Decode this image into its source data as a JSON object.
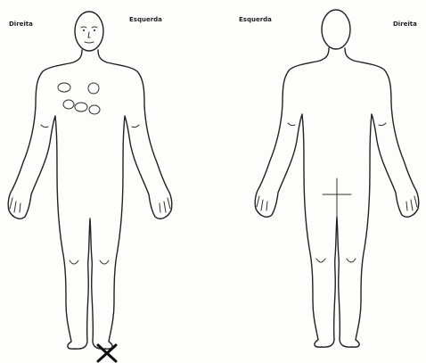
{
  "front_view": {
    "left_label": "Direita",
    "right_label": "Esquerda"
  },
  "back_view": {
    "left_label": "Esquerda",
    "right_label": "Direita"
  },
  "colors": {
    "ink": "#222222",
    "paper": "#fdfdfb"
  }
}
